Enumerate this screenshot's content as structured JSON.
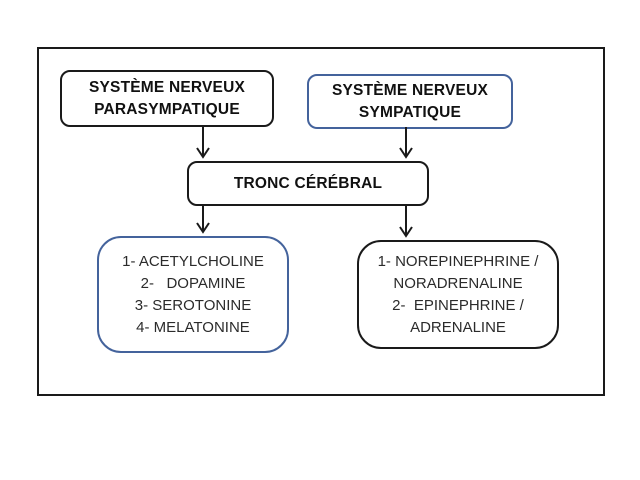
{
  "diagram": {
    "boxes": {
      "parasympathetic": {
        "lines": [
          "SYSTÈME NERVEUX",
          "PARASYMPATIQUE"
        ]
      },
      "sympathetic": {
        "lines": [
          "SYSTÈME NERVEUX",
          "SYMPATIQUE"
        ]
      },
      "brainstem": {
        "lines": [
          "TRONC CÉRÉBRAL"
        ]
      },
      "parasympathetic_neurotransmitters": {
        "lines": [
          "1- ACETYLCHOLINE",
          "2-   DOPAMINE",
          "3- SEROTONINE",
          "4- MELATONINE"
        ]
      },
      "sympathetic_neurotransmitters": {
        "lines": [
          "1- NOREPINEPHRINE /",
          "NORADRENALINE",
          "2-  EPINEPHRINE /",
          "ADRENALINE"
        ]
      }
    },
    "arrows": [
      {
        "from": "parasympathetic",
        "to": "brainstem"
      },
      {
        "from": "sympathetic",
        "to": "brainstem"
      },
      {
        "from": "brainstem",
        "to": "parasympathetic_neurotransmitters"
      },
      {
        "from": "brainstem",
        "to": "sympathetic_neurotransmitters"
      }
    ],
    "colors": {
      "border_black": "#1a1a1a",
      "border_blue": "#44639c",
      "text": "#1f1f1f",
      "background": "#ffffff"
    }
  }
}
